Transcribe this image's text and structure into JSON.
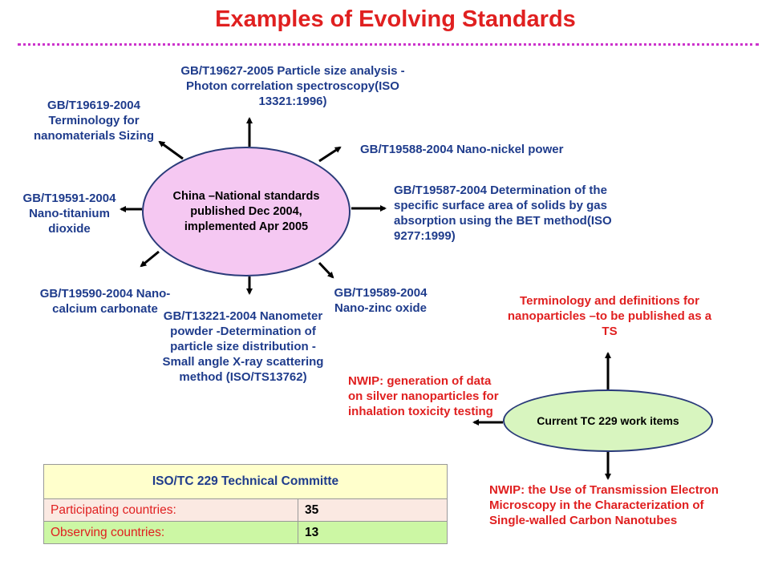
{
  "title": "Examples of Evolving Standards",
  "china_center": "China –National standards published Dec 2004, implemented Apr 2005",
  "standards": {
    "top": "GB/T19627-2005 Particle size analysis -Photon correlation spectroscopy(ISO 13321:1996)",
    "top_left": "GB/T19619-2004 Terminology for nanomaterials Sizing",
    "top_right": "GB/T19588-2004 Nano-nickel power",
    "right": "GB/T19587-2004 Determination of the specific surface area of solids by gas absorption using the BET method(ISO 9277:1999)",
    "left": "GB/T19591-2004 Nano-titanium dioxide",
    "bottom_left": "GB/T19590-2004 Nano-calcium carbonate",
    "bottom": "GB/T13221-2004 Nanometer powder -Determination of particle size distribution -Small angle X-ray scattering method (ISO/TS13762)",
    "bottom_right": "GB/T19589-2004 Nano-zinc oxide"
  },
  "tc_center": "Current TC 229 work items",
  "tc_items": {
    "top": "Terminology and definitions for nanoparticles –to be published as a TS",
    "left": "NWIP: generation of data on silver nanoparticles for inhalation toxicity testing",
    "bottom": "NWIP: the Use of Transmission Electron Microscopy in the Characterization of Single-walled Carbon Nanotubes"
  },
  "committee": {
    "heading": "ISO/TC 229 Technical Committe",
    "rows": [
      {
        "label": "Participating countries:",
        "value": "35"
      },
      {
        "label": "Observing countries:",
        "value": "13"
      }
    ]
  },
  "colors": {
    "title": "#e02020",
    "standard_text": "#1f3c8c",
    "china_fill": "#f5c8f2",
    "tc_fill": "#d8f5bf",
    "divider": "#cc33cc"
  }
}
